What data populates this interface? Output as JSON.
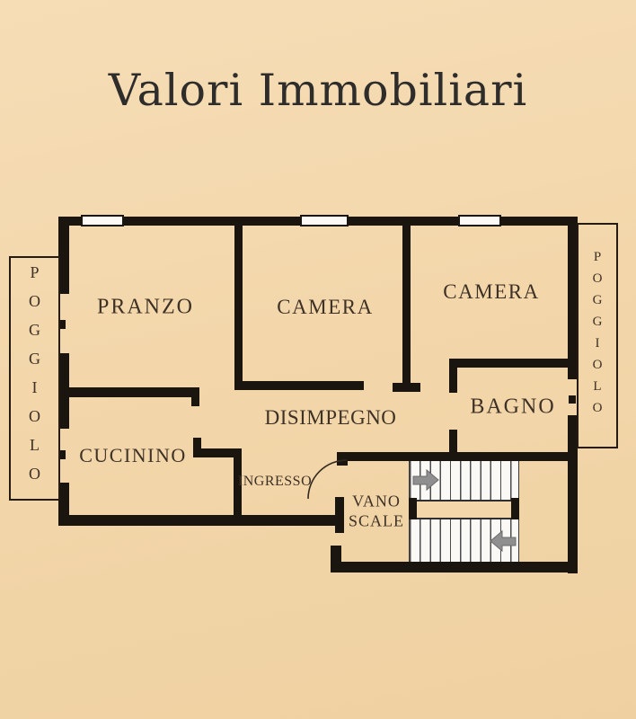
{
  "title": "Valori Immobiliari",
  "rooms": {
    "pranzo": "PRANZO",
    "camera_mid": "CAMERA",
    "camera_right": "CAMERA",
    "cucinino": "CUCININO",
    "disimpegno": "DISIMPEGNO",
    "bagno": "BAGNO",
    "ingresso": "INGRESSO",
    "vano_scale_line1": "VANO",
    "vano_scale_line2": "SCALE",
    "balcony_left": "POGGIOLO",
    "balcony_right": "POGGIOLO"
  },
  "colors": {
    "background": "#f3d7ab",
    "background_light": "#f6ddb6",
    "background_dark": "#efd1a1",
    "wall": "#1b150f",
    "thin_line": "#241c14",
    "label_ink": "#3e3126",
    "title_ink": "#2e2d2b",
    "stair_arrow": "#8f8f8f"
  }
}
